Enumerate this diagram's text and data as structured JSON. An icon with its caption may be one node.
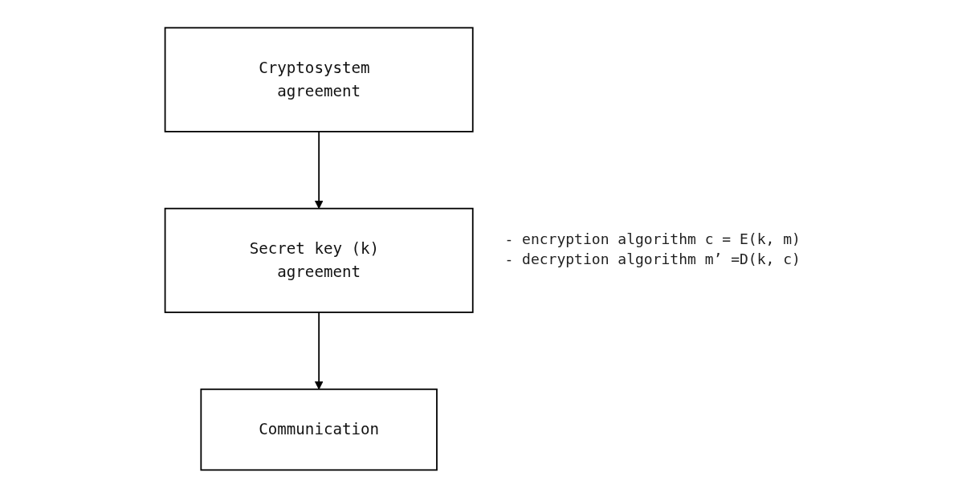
{
  "diagram": {
    "nodes": [
      {
        "text": [
          "Cryptosystem agreement"
        ],
        "beside": [
          "- encryption algorithm c = E(k, m)",
          "- decryption algorithm m’ =D(k, c)"
        ]
      },
      {
        "text": [
          "Secret key (k) agreement"
        ]
      },
      {
        "text": [
          "Communication"
        ]
      }
    ],
    "edges": [
      {
        "from": 0,
        "to": 1,
        "arrow": "to"
      },
      {
        "from": 1,
        "to": 2,
        "arrow": "to"
      }
    ]
  }
}
